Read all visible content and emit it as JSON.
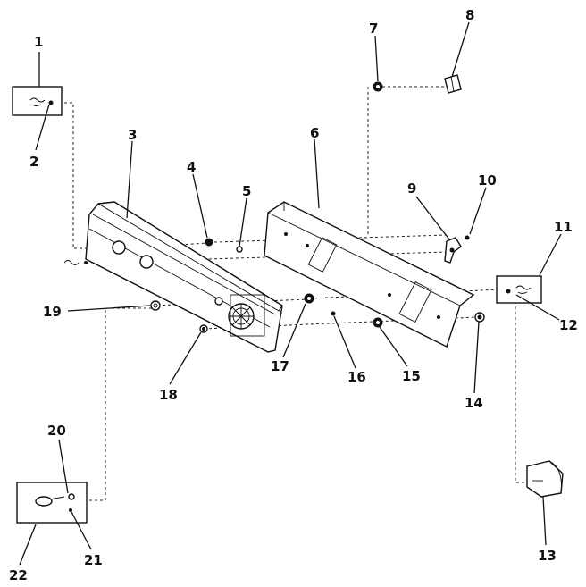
{
  "diagram": {
    "type": "exploded-parts-diagram",
    "callouts": [
      {
        "id": "c1",
        "label": "1"
      },
      {
        "id": "c2",
        "label": "2"
      },
      {
        "id": "c3",
        "label": "3"
      },
      {
        "id": "c4",
        "label": "4"
      },
      {
        "id": "c5",
        "label": "5"
      },
      {
        "id": "c6",
        "label": "6"
      },
      {
        "id": "c7",
        "label": "7"
      },
      {
        "id": "c8",
        "label": "8"
      },
      {
        "id": "c9",
        "label": "9"
      },
      {
        "id": "c10",
        "label": "10"
      },
      {
        "id": "c11",
        "label": "11"
      },
      {
        "id": "c12",
        "label": "12"
      },
      {
        "id": "c13",
        "label": "13"
      },
      {
        "id": "c14",
        "label": "14"
      },
      {
        "id": "c15",
        "label": "15"
      },
      {
        "id": "c16",
        "label": "16"
      },
      {
        "id": "c17",
        "label": "17"
      },
      {
        "id": "c18",
        "label": "18"
      },
      {
        "id": "c19",
        "label": "19"
      },
      {
        "id": "c20",
        "label": "20"
      },
      {
        "id": "c21",
        "label": "21"
      },
      {
        "id": "c22",
        "label": "22"
      }
    ]
  }
}
